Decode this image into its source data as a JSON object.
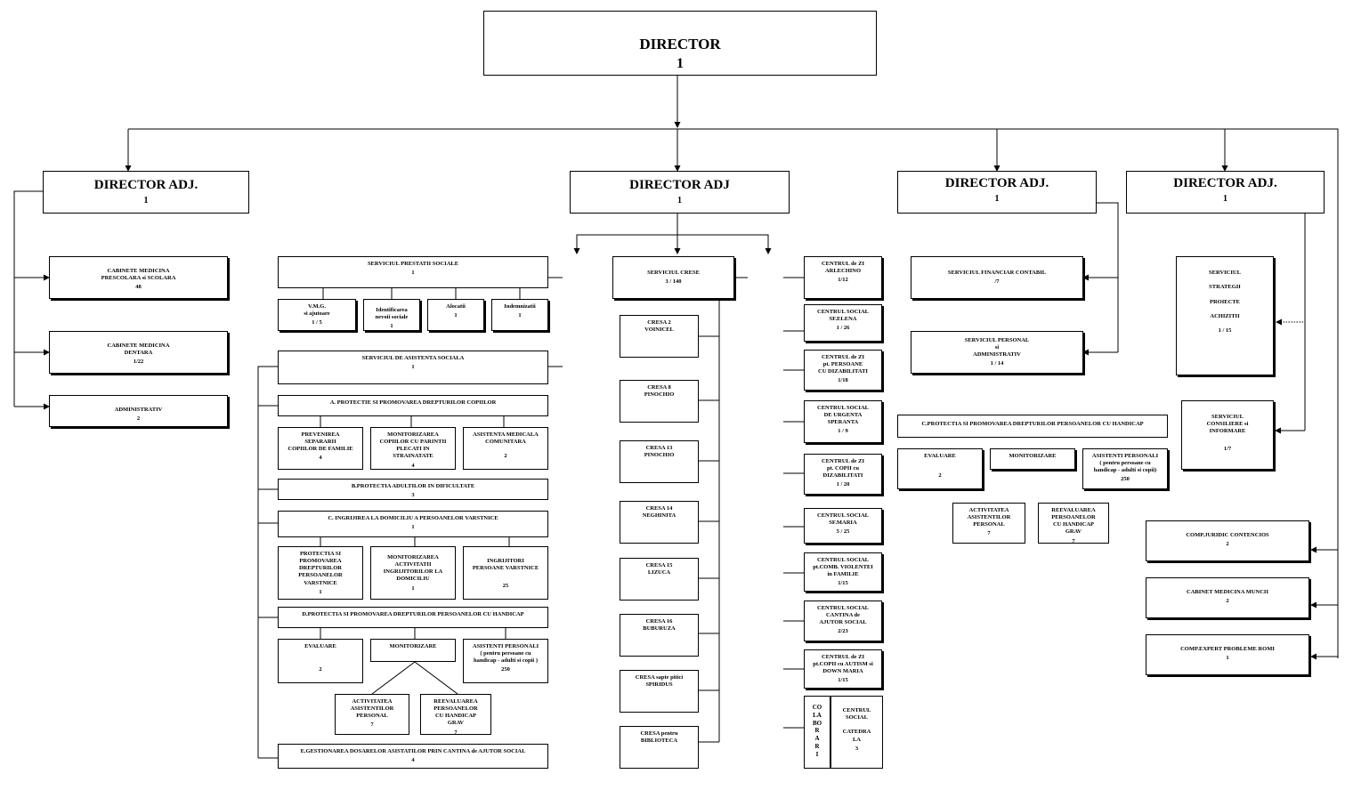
{
  "director": {
    "title": "DIRECTOR",
    "count": "1"
  },
  "deputies": [
    {
      "title": "DIRECTOR  ADJ.",
      "count": "1"
    },
    {
      "title": "DIRECTOR  ADJ",
      "count": "1"
    },
    {
      "title": "DIRECTOR   ADJ.",
      "count": "1"
    },
    {
      "title": "DIRECTOR  ADJ.",
      "count": "1"
    }
  ],
  "left_branch": [
    {
      "title": "CABINETE MEDICINA\nPRESCOLARA si SCOLARA",
      "count": "48"
    },
    {
      "title": "CABINETE MEDICINA\nDENTARA",
      "count": "1/22"
    },
    {
      "title": "ADMINISTRATIV",
      "count": "2"
    }
  ],
  "social_services": {
    "header": {
      "title": "SERVICIUL PRESTATII SOCIALE",
      "count": "1"
    },
    "subs": [
      {
        "title": "V.M.G.\nsi  ajutoare",
        "count": "1 / 5"
      },
      {
        "title": "Identificarea\nnevoii sociale",
        "count": "1"
      },
      {
        "title": "Alocatii",
        "count": "1"
      },
      {
        "title": "Indemnizatii",
        "count": "1"
      }
    ]
  },
  "assistance": {
    "header": {
      "title": "SERVICIUL  DE  ASISTENTA  SOCIALA",
      "count": "1"
    },
    "a": {
      "title": "A. PROTECTIE SI PROMOVAREA DREPTURILOR   COPIILOR",
      "count": ""
    },
    "a_subs": [
      {
        "title": "PREVENIREA\nSEPARARII\nCOPIILOR DE FAMILIE",
        "count": "4"
      },
      {
        "title": "MONITORIZAREA\nCOPIILOR CU PARINTII\nPLECATI IN\nSTRAINATATE",
        "count": "4"
      },
      {
        "title": "ASISTENTA MEDICALA\nCOMUNITARA",
        "count": "2"
      }
    ],
    "b": {
      "title": "B.PROTECTIA ADULTILOR IN DIFICULTATE",
      "count": "3"
    },
    "c": {
      "title": "C. INGRIJIREA LA DOMICILIU A  PERSOANELOR VARSTNICE",
      "count": "1"
    },
    "c_subs": [
      {
        "title": "PROTECTIA SI\nPROMOVAREA\nDREPTURILOR\nPERSOANELOR\nVARSTNICE",
        "count": "1"
      },
      {
        "title": "MONITORIZAREA\nACTIVITATII\nINGRIJITORILOR LA\nDOMICILIU",
        "count": "1"
      },
      {
        "title": "INGRIJITORI\nPERSOANE VARSTNICE",
        "count": "25"
      }
    ],
    "d": {
      "title": "D.PROTECTIA SI PROMOVAREA DREPTURILOR PERSOANELOR CU HANDICAP",
      "count": ""
    },
    "d_subs": [
      {
        "title": "EVALUARE",
        "count": "2"
      },
      {
        "title": "MONITORIZARE",
        "count": ""
      },
      {
        "title": "ASISTENTI PERSONALI\n( pentru persoane cu\nhandicap - adulti si copii )",
        "count": "250"
      }
    ],
    "d_sub2": [
      {
        "title": "ACTIVITATEA\nASISTENTILOR\nPERSONAL",
        "count": "7"
      },
      {
        "title": "REEVALUAREA\nPERSOANELOR\nCU HANDICAP\nGRAV",
        "count": "7"
      }
    ],
    "e": {
      "title": "E.GESTIONAREA DOSARELOR ASISTATILOR PRIN CANTINA de AJUTOR SOCIAL",
      "count": "4"
    }
  },
  "nurseries": {
    "header": {
      "title": "SERVICIUL  CRESE",
      "count": "3 / 140"
    },
    "items": [
      {
        "title": "CRESA 2\nVOINICEL",
        "count": ""
      },
      {
        "title": "CRESA 8\nPINOCHIO",
        "count": ""
      },
      {
        "title": "CRESA 13\nPINOCHIO",
        "count": ""
      },
      {
        "title": "CRESA 14\nNEGHINITA",
        "count": ""
      },
      {
        "title": "CRESA 15\nLIZUCA",
        "count": ""
      },
      {
        "title": "CRESA 16\nBUBURUZA",
        "count": ""
      },
      {
        "title": "CRESA sapte pitici\nSPIRIDUS",
        "count": ""
      },
      {
        "title": "CRESA pentru\nBIBLIOTECA",
        "count": ""
      }
    ]
  },
  "centers": [
    {
      "title": "CENTRUL de ZI\nARLECHINO",
      "count": "1/12"
    },
    {
      "title": "CENTRUL SOCIAL\nSF.ELENA",
      "count": "1 / 26"
    },
    {
      "title": "CENTRUL de ZI\npt. PERSOANE\nCU DIZABILITATI",
      "count": "1/18"
    },
    {
      "title": "CENTRUL SOCIAL\nDE URGENTA\nSPERANTA",
      "count": "1 / 9"
    },
    {
      "title": "CENTRUL de ZI\npt. COPII cu\nDIZABILITATI",
      "count": "1 / 20"
    },
    {
      "title": "CENTRUL SOCIAL\nSF.MARIA",
      "count": "5 / 25"
    },
    {
      "title": "CENTRUL SOCIAL\npt.COMB. VIOLENTEI\nin FAMILIE",
      "count": "1/15"
    },
    {
      "title": "CENTRUL SOCIAL\nCANTINA de\nAJUTOR SOCIAL",
      "count": "2/23"
    },
    {
      "title": "CENTRUL de ZI\npt.COPII cu AUTISM si\nDOWN  MARIA",
      "count": "1/15"
    }
  ],
  "colaborari": {
    "title": "CO\nLA\nBO\nR\nA\nR\nI",
    "count": ""
  },
  "catedrala": {
    "title": "CENTRUL\nSOCIAL\n\nCATEDRA\nLA",
    "count": "3"
  },
  "finance": [
    {
      "title": "SERVICIUL FINANCIAR CONTABIL",
      "count": "/7"
    },
    {
      "title": "SERVICIUL PERSONAL\nsi\nADMINISTRATIV",
      "count": "1 / 14"
    }
  ],
  "disability_right": {
    "header": {
      "title": "C.PROTECTIA SI PROMOVAREA DREPTURILOR PERSOANELOR CU HANDICAP",
      "count": ""
    },
    "subs": [
      {
        "title": "EVALUARE",
        "count": "2"
      },
      {
        "title": "MONITORIZARE",
        "count": ""
      },
      {
        "title": "ASISTENTI PERSONALI\n( pentru persoane cu\nhandicap - adulti si copii)",
        "count": "250"
      }
    ],
    "sub2": [
      {
        "title": "ACTIVITATEA\nASISTENTILOR\nPERSONAL",
        "count": "7"
      },
      {
        "title": "REEVALUAREA\nPERSOANELOR\nCU HANDICAP\nGRAV",
        "count": "7"
      }
    ]
  },
  "far_right": [
    {
      "title": "SERVICIUL\n\nSTRATEGII\n\nPROIECTE\n\nACHIZITII",
      "count": "1 / 15"
    },
    {
      "title": "SERVICIUL\nCONSILIERE si\nINFORMARE",
      "count": "1/7"
    },
    {
      "title": "COMP.JURIDIC CONTENCIOS",
      "count": "2"
    },
    {
      "title": "CABINET MEDICINA MUNCII",
      "count": "2"
    },
    {
      "title": "COMP.EXPERT PROBLEME ROMI",
      "count": "1"
    }
  ]
}
